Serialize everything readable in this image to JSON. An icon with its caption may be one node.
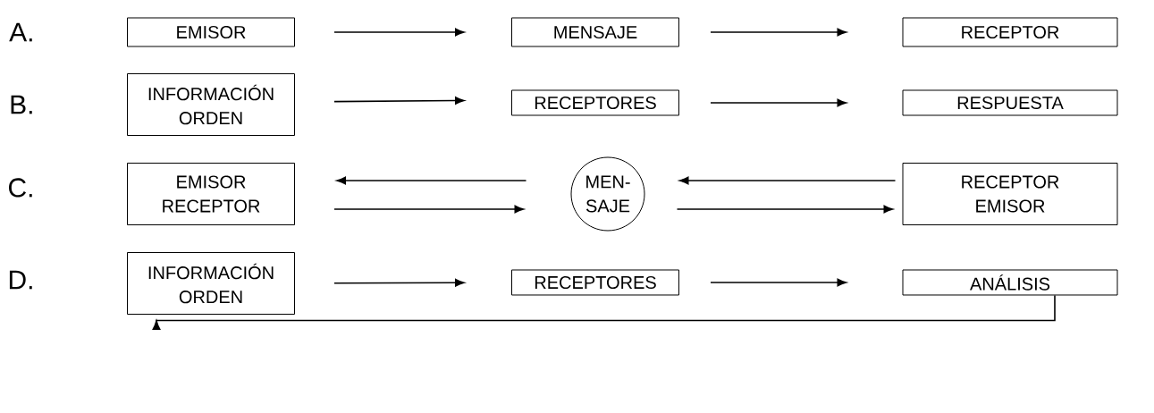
{
  "diagram": {
    "nodes": [
      {
        "text": [
          "EMISOR"
        ]
      },
      {
        "text": [
          "MENSAJE"
        ]
      },
      {
        "text": [
          "RECEPTOR"
        ]
      },
      {
        "text": [
          "INFORMACIÓN ORDEN"
        ]
      },
      {
        "text": [
          "RECEPTORES"
        ]
      },
      {
        "text": [
          "RESPUESTA"
        ]
      },
      {
        "text": [
          "EMISOR RECEPTOR"
        ]
      },
      {
        "text": [
          "MEN-SAJE"
        ]
      },
      {
        "text": [
          "RECEPTOR EMISOR"
        ]
      },
      {
        "text": [
          "INFORMACIÓN ORDEN"
        ]
      },
      {
        "text": [
          "RECEPTORES"
        ]
      },
      {
        "text": [
          "ANÁLISIS"
        ]
      }
    ],
    "edges": [
      {
        "from": 0,
        "to": 1,
        "arrow": "to"
      },
      {
        "from": 1,
        "to": 2,
        "arrow": "to"
      },
      {
        "from": 3,
        "to": 4,
        "arrow": "to"
      },
      {
        "from": 4,
        "to": 5,
        "arrow": "to"
      },
      {
        "from": 6,
        "to": 7,
        "arrow": "to"
      },
      {
        "from": 7,
        "to": 6,
        "arrow": "to"
      },
      {
        "from": 7,
        "to": 8,
        "arrow": "to"
      },
      {
        "from": 8,
        "to": 7,
        "arrow": "to"
      },
      {
        "from": 9,
        "to": 10,
        "arrow": "to"
      },
      {
        "from": 10,
        "to": 11,
        "arrow": "to"
      },
      {
        "from": 11,
        "to": 9,
        "arrow": "to"
      }
    ],
    "labels": [
      "A.",
      "B.",
      "C.",
      "D."
    ]
  }
}
